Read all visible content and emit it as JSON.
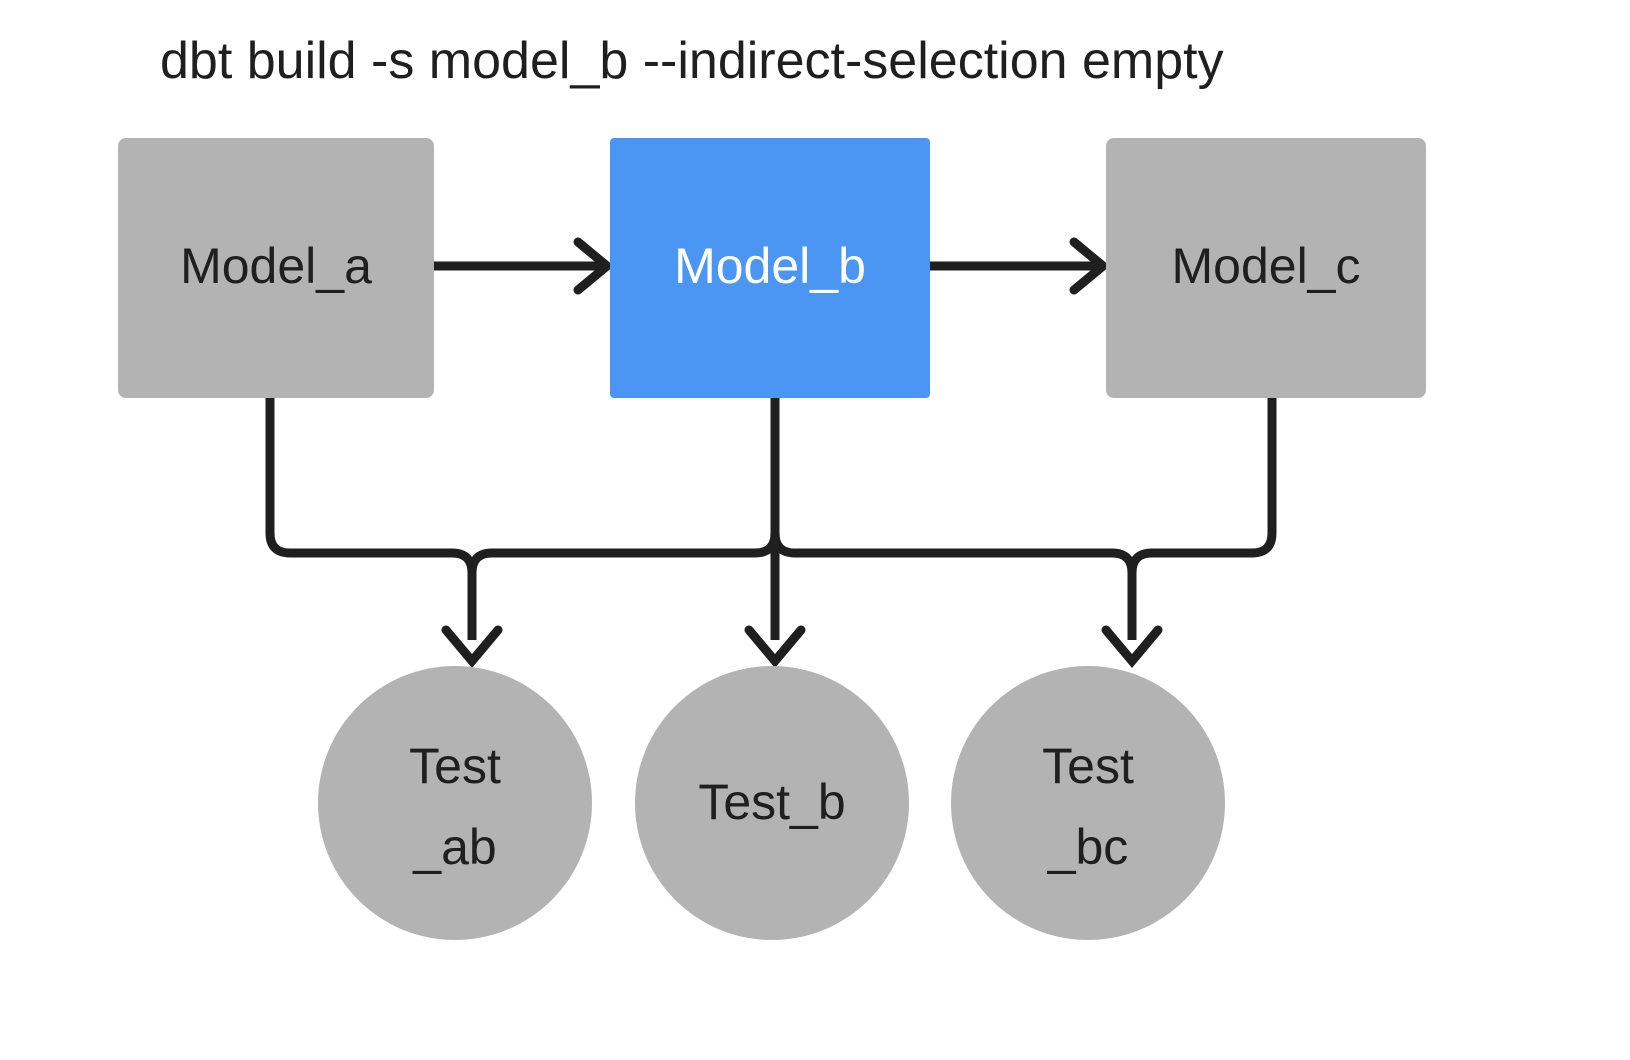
{
  "diagram": {
    "title": "dbt build -s model_b --indirect-selection empty",
    "type": "dag",
    "colors": {
      "background": "#ffffff",
      "node_default": "#b3b3b3",
      "node_selected": "#4a96f2",
      "edge": "#1f1f1f",
      "text_dark": "#1f1f1f",
      "text_light": "#ffffff"
    },
    "models": [
      {
        "id": "model_a",
        "label": "Model_a",
        "shape": "rectangle",
        "state": "unselected",
        "fill": "#b3b3b3",
        "text_color": "#1f1f1f"
      },
      {
        "id": "model_b",
        "label": "Model_b",
        "shape": "rectangle",
        "state": "selected",
        "fill": "#4a96f2",
        "text_color": "#ffffff"
      },
      {
        "id": "model_c",
        "label": "Model_c",
        "shape": "rectangle",
        "state": "unselected",
        "fill": "#b3b3b3",
        "text_color": "#1f1f1f"
      }
    ],
    "tests": [
      {
        "id": "test_ab",
        "label": "Test_ab",
        "line1": "Test",
        "line2": "_ab",
        "shape": "circle",
        "state": "unselected",
        "fill": "#b3b3b3",
        "text_color": "#1f1f1f"
      },
      {
        "id": "test_b",
        "label": "Test_b",
        "line1": "Test_b",
        "line2": "",
        "shape": "circle",
        "state": "unselected",
        "fill": "#b3b3b3",
        "text_color": "#1f1f1f"
      },
      {
        "id": "test_bc",
        "label": "Test_bc",
        "line1": "Test",
        "line2": "_bc",
        "shape": "circle",
        "state": "unselected",
        "fill": "#b3b3b3",
        "text_color": "#1f1f1f"
      }
    ],
    "edges": [
      {
        "from": "model_a",
        "to": "model_b",
        "style": "arrow"
      },
      {
        "from": "model_b",
        "to": "model_c",
        "style": "arrow"
      },
      {
        "from": "model_a",
        "to": "test_ab",
        "style": "arrow"
      },
      {
        "from": "model_b",
        "to": "test_ab",
        "style": "arrow"
      },
      {
        "from": "model_b",
        "to": "test_b",
        "style": "arrow"
      },
      {
        "from": "model_b",
        "to": "test_bc",
        "style": "arrow"
      },
      {
        "from": "model_c",
        "to": "test_bc",
        "style": "arrow"
      }
    ]
  }
}
